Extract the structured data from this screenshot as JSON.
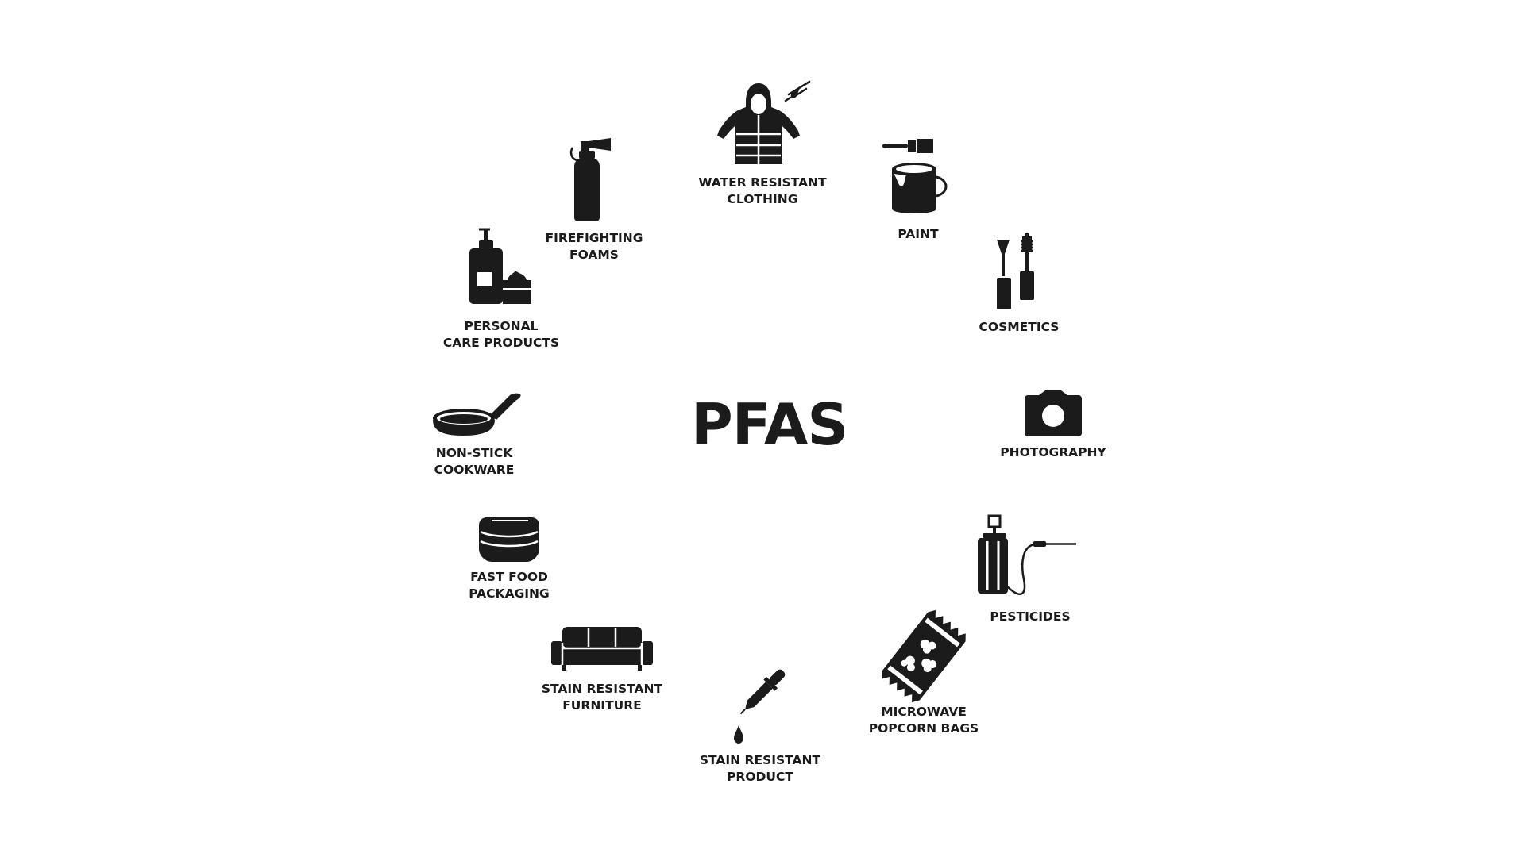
{
  "title": "PFAS",
  "colors": {
    "ink": "#1b1b1b",
    "background": "#ffffff"
  },
  "items": [
    {
      "id": "water-resistant-clothing",
      "icon": "hooded-jacket-icon",
      "lines": [
        "WATER RESISTANT",
        "CLOTHING"
      ]
    },
    {
      "id": "paint",
      "icon": "paint-can-brush-icon",
      "lines": [
        "PAINT"
      ]
    },
    {
      "id": "cosmetics",
      "icon": "mascara-lipgloss-icon",
      "lines": [
        "COSMETICS"
      ]
    },
    {
      "id": "photography",
      "icon": "camera-icon",
      "lines": [
        "PHOTOGRAPHY"
      ]
    },
    {
      "id": "pesticides",
      "icon": "pump-sprayer-icon",
      "lines": [
        "PESTICIDES"
      ]
    },
    {
      "id": "microwave-popcorn-bags",
      "icon": "popcorn-bag-icon",
      "lines": [
        "MICROWAVE",
        "POPCORN BAGS"
      ]
    },
    {
      "id": "stain-resistant-product",
      "icon": "dropper-icon",
      "lines": [
        "STAIN RESISTANT",
        "PRODUCT"
      ]
    },
    {
      "id": "stain-resistant-furniture",
      "icon": "sofa-icon",
      "lines": [
        "STAIN RESISTANT",
        "FURNITURE"
      ]
    },
    {
      "id": "fast-food-packaging",
      "icon": "food-container-icon",
      "lines": [
        "FAST FOOD",
        "PACKAGING"
      ]
    },
    {
      "id": "non-stick-cookware",
      "icon": "frying-pan-icon",
      "lines": [
        "NON-STICK",
        "COOKWARE"
      ]
    },
    {
      "id": "personal-care-products",
      "icon": "pump-bottle-jar-icon",
      "lines": [
        "PERSONAL",
        "CARE PRODUCTS"
      ]
    },
    {
      "id": "firefighting-foams",
      "icon": "fire-extinguisher-icon",
      "lines": [
        "FIREFIGHTING",
        "FOAMS"
      ]
    }
  ]
}
